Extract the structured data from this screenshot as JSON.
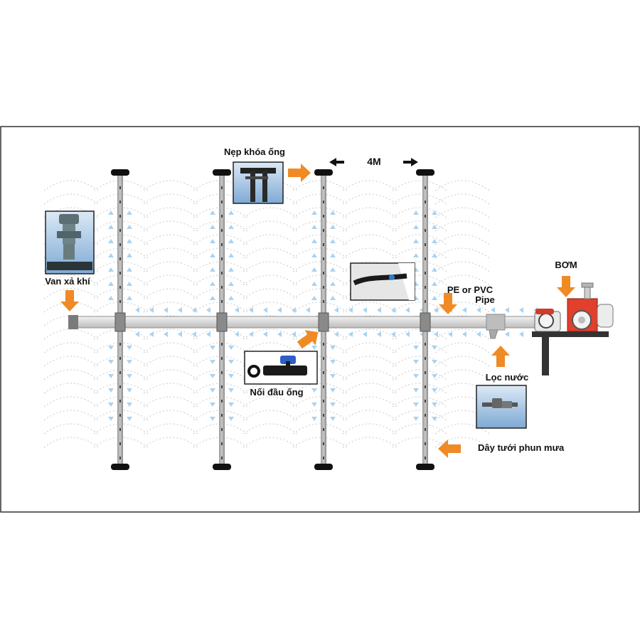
{
  "labels": {
    "tape_lock": "Nẹp khóa ống",
    "spacing": "4M",
    "air_valve": "Van xả khí",
    "pump": "BƠM",
    "main_pipe_line1": "PE or PVC",
    "main_pipe_line2": "Pipe",
    "filter": "Lọc nước",
    "end_connector": "Nối đầu ống",
    "spray_hose": "Dây tưới phun mưa"
  },
  "colors": {
    "accent_arrow": "#f08a24",
    "flow_arrow": "#a9d3f2",
    "pipe": "#d9d9d9",
    "pipe_stroke": "#8c8c8c",
    "pump_body": "#e0402c",
    "frame": "#333333"
  },
  "icons": {
    "arrow": "orange-arrow-icon",
    "flow": "water-flow-arrow-icon"
  }
}
